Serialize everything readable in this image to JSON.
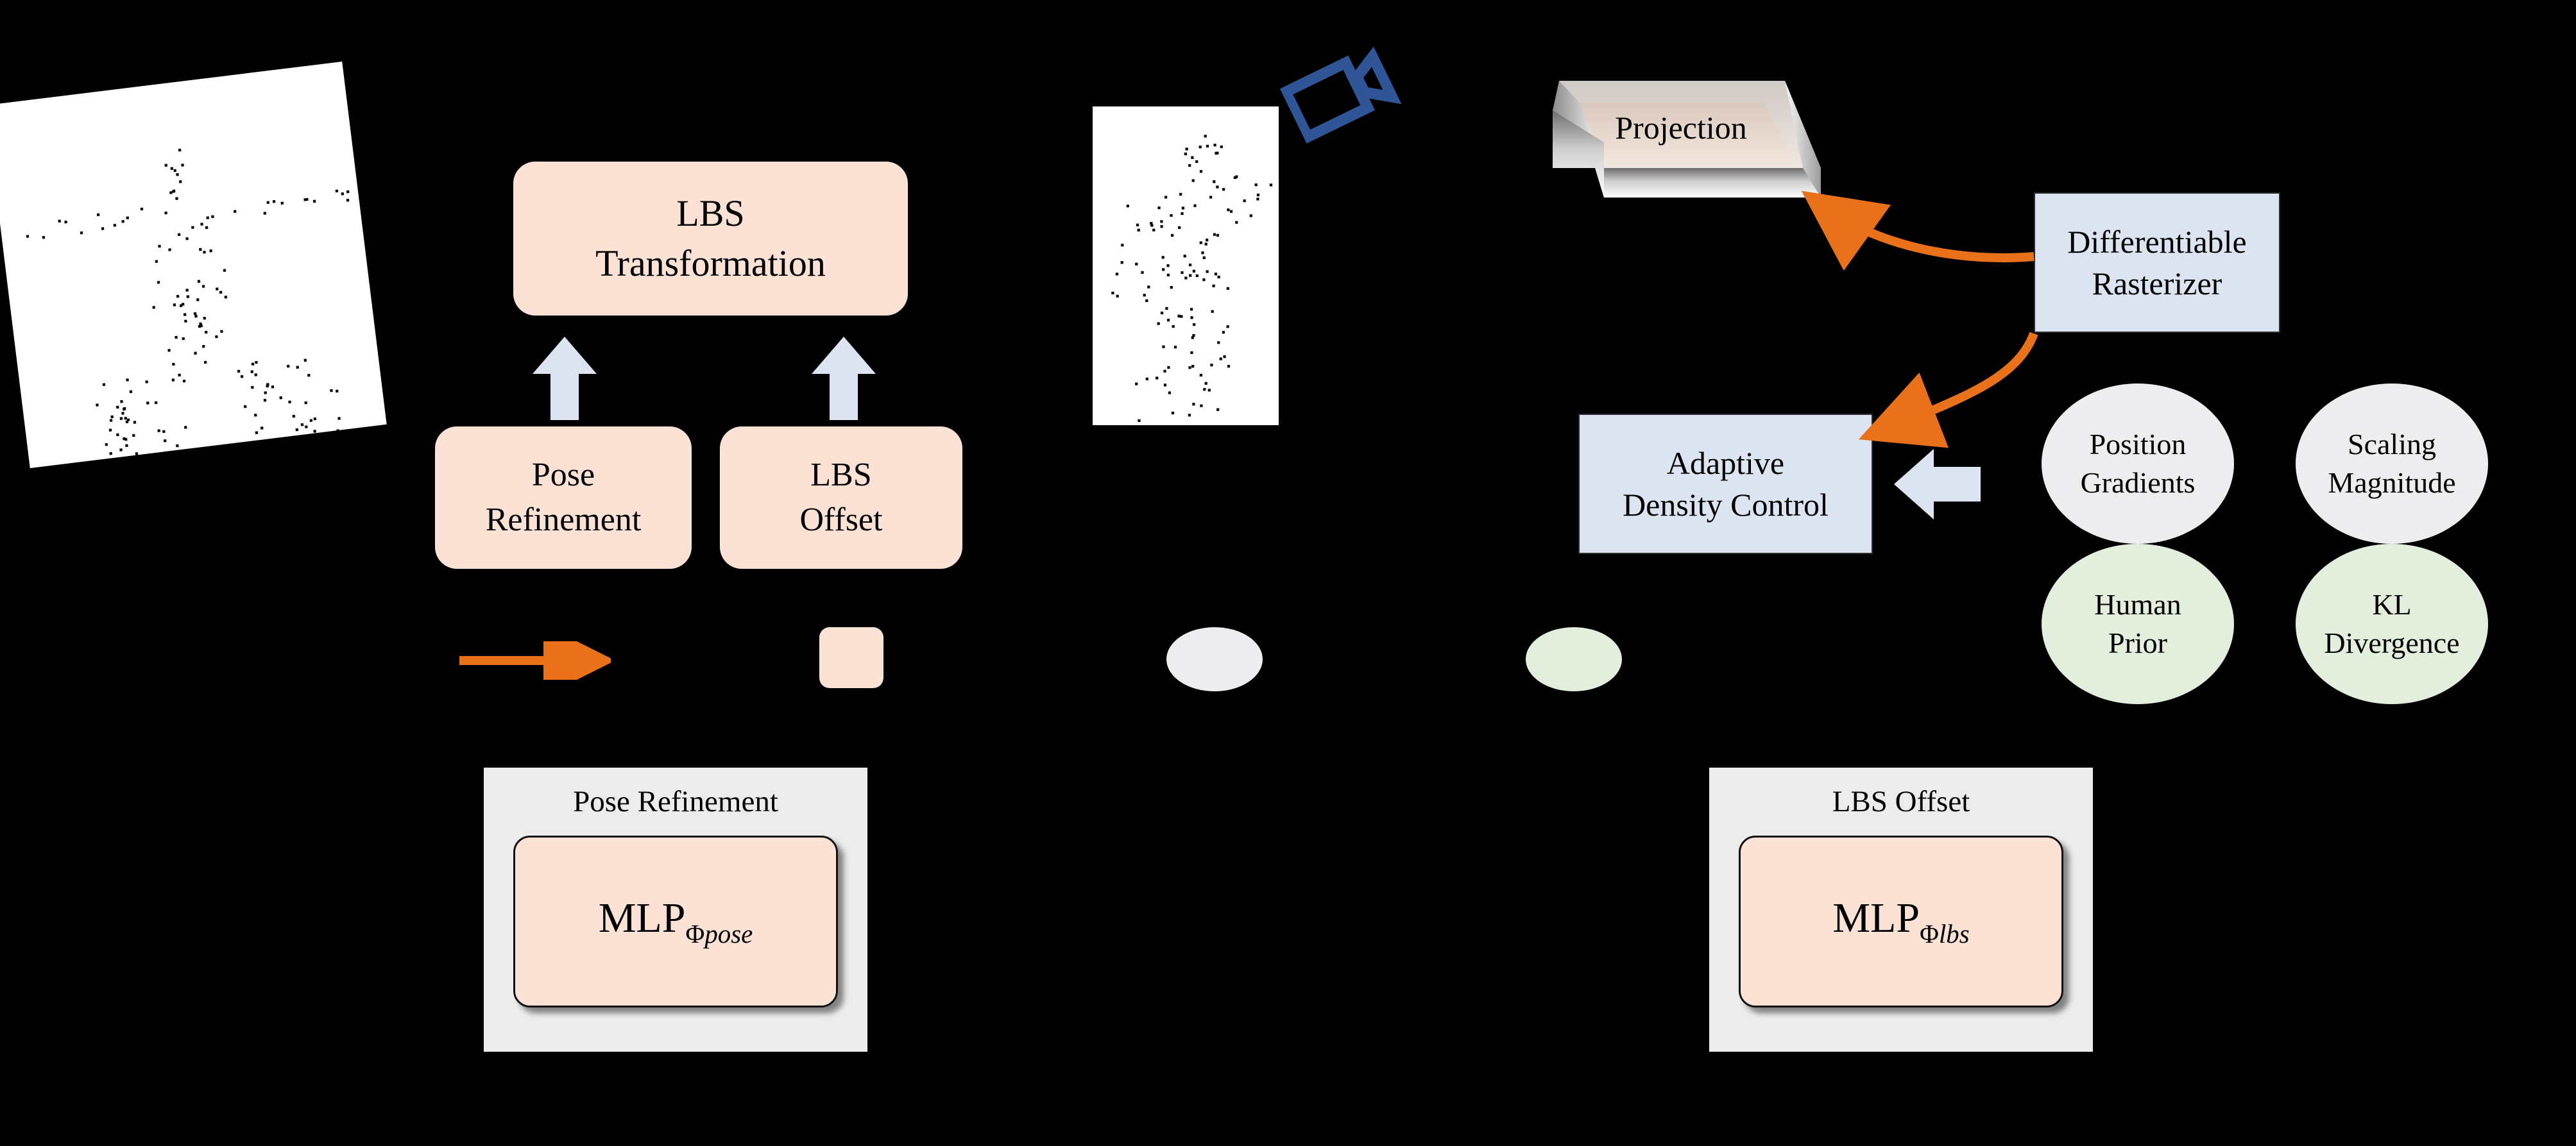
{
  "figure": {
    "background_color": "#000000",
    "palette": {
      "peach": "#FBE2D5",
      "blue": "#DCE4F2",
      "grey_ellipse": "#EDEDEF",
      "green_ellipse": "#E3EEDC",
      "orange_arrow": "#E8711A",
      "panel_grey": "#ECECEC",
      "camera_blue": "#2F5597",
      "text": "#000000"
    }
  },
  "point_clouds": [
    {
      "name": "canvas-t-pose",
      "caption": ""
    },
    {
      "name": "canvas-posed",
      "caption": ""
    }
  ],
  "nodes": {
    "lbs_transformation": {
      "line1": "LBS",
      "line2": "Transformation"
    },
    "pose_refinement": {
      "line1": "Pose",
      "line2": "Refinement"
    },
    "lbs_offset": {
      "line1": "LBS",
      "line2": "Offset"
    },
    "projection": {
      "label": "Projection"
    },
    "differentiable_rasterizer": {
      "line1": "Differentiable",
      "line2": "Rasterizer"
    },
    "adaptive_density_control": {
      "line1": "Adaptive",
      "line2": "Density Control"
    }
  },
  "criteria_ellipses": [
    {
      "id": "position-gradients",
      "line1": "Position",
      "line2": "Gradients",
      "color": "#EDEDEF"
    },
    {
      "id": "scaling-magnitude",
      "line1": "Scaling",
      "line2": "Magnitude",
      "color": "#EDEDEF"
    },
    {
      "id": "human-prior",
      "line1": "Human",
      "line2": "Prior",
      "color": "#E3EEDC"
    },
    {
      "id": "kl-divergence",
      "line1": "KL",
      "line2": "Divergence",
      "color": "#E3EEDC"
    }
  ],
  "legend": [
    {
      "id": "legend-orange-arrow",
      "shape": "arrow",
      "color": "#E8711A",
      "label": ""
    },
    {
      "id": "legend-peach-rect",
      "shape": "rounded-rect",
      "color": "#FBE2D5",
      "label": ""
    },
    {
      "id": "legend-grey-ellipse",
      "shape": "ellipse",
      "color": "#EDEDEF",
      "label": ""
    },
    {
      "id": "legend-green-ellipse",
      "shape": "ellipse",
      "color": "#E3EEDC",
      "label": ""
    }
  ],
  "panels": [
    {
      "id": "panel-pose-refinement",
      "title": "Pose Refinement",
      "mlp_base": "MLP",
      "mlp_phi": "Φ",
      "mlp_sub": "pose"
    },
    {
      "id": "panel-lbs-offset",
      "title": "LBS Offset",
      "mlp_base": "MLP",
      "mlp_phi": "Φ",
      "mlp_sub": "lbs"
    }
  ],
  "icons": {
    "camera": "camera-icon",
    "up_arrow": "up-arrow-icon",
    "left_arrow": "left-arrow-icon",
    "curved_arrow": "curved-arrow-icon"
  }
}
